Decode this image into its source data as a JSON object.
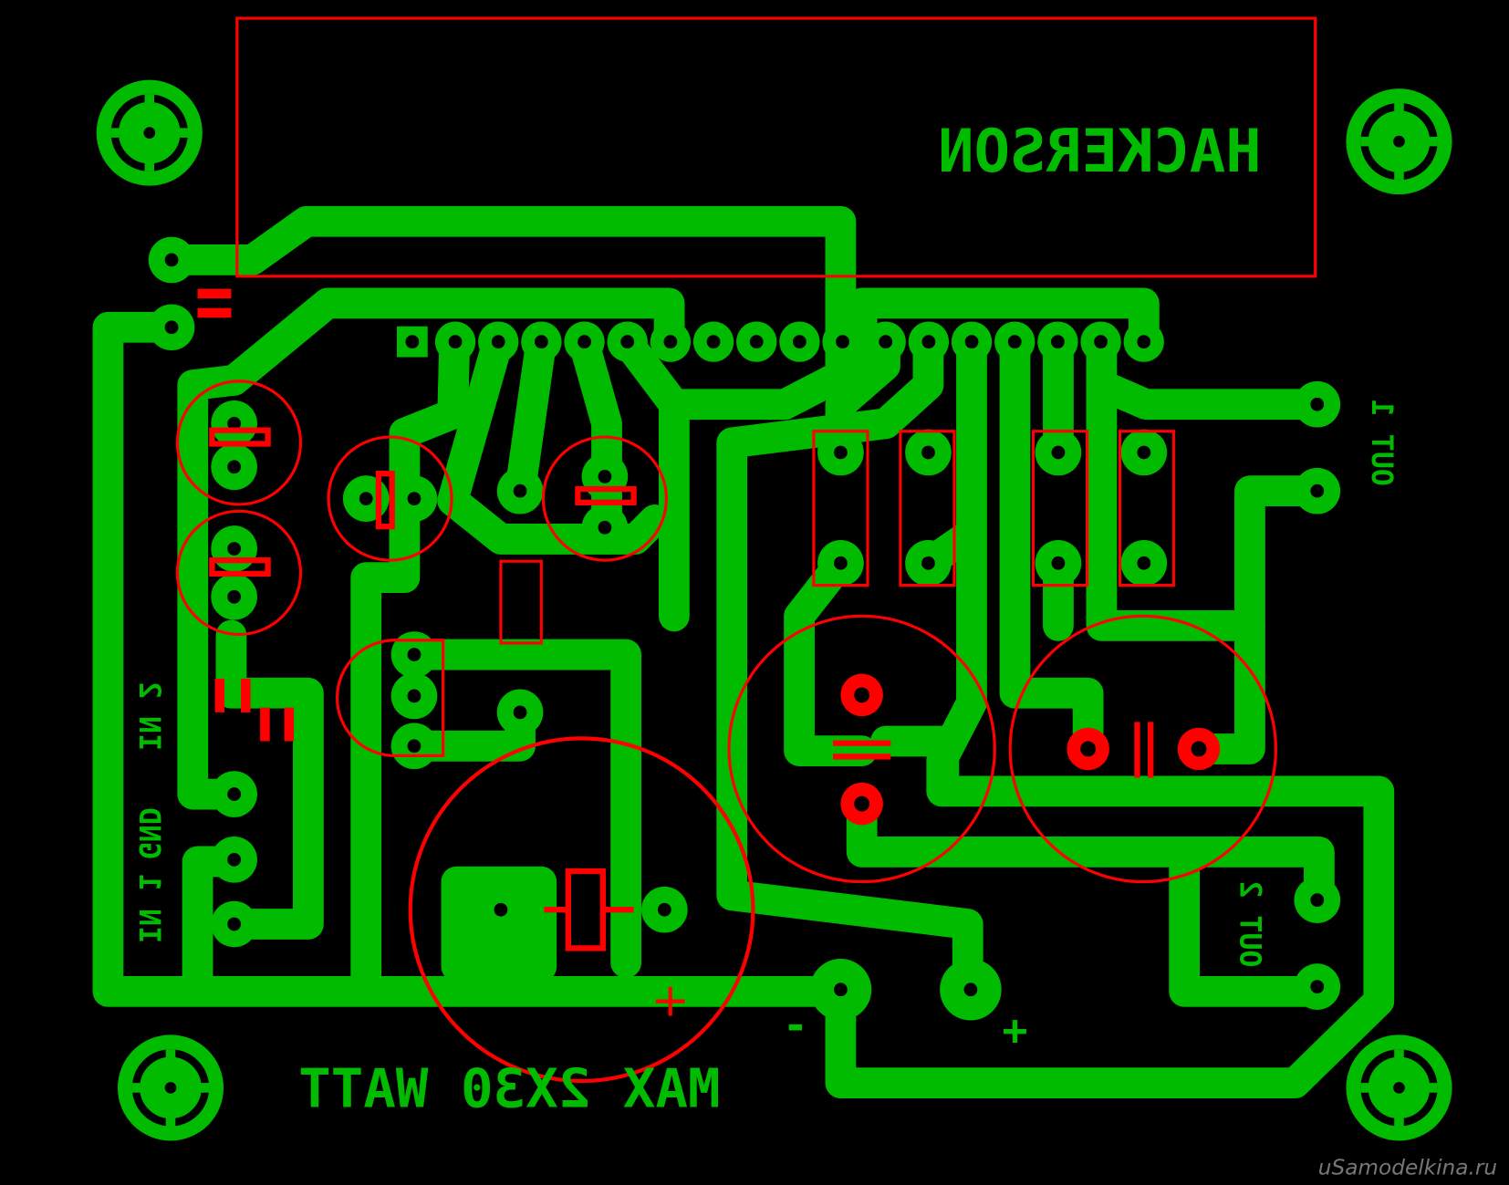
{
  "board": {
    "title_label": "HACKERSON",
    "power_label": "MAX 2X30 WATT",
    "inputs": [
      "IN 1",
      "GND",
      "IN 2"
    ],
    "outputs": [
      "OUT 1",
      "OUT 2"
    ],
    "supply_minus": "-",
    "supply_plus": "+",
    "cap_plus": "+",
    "colors": {
      "copper": "#00BB00",
      "silkscreen": "#FF0000",
      "background": "#000000"
    }
  },
  "watermark": "uSamodelkina.ru"
}
